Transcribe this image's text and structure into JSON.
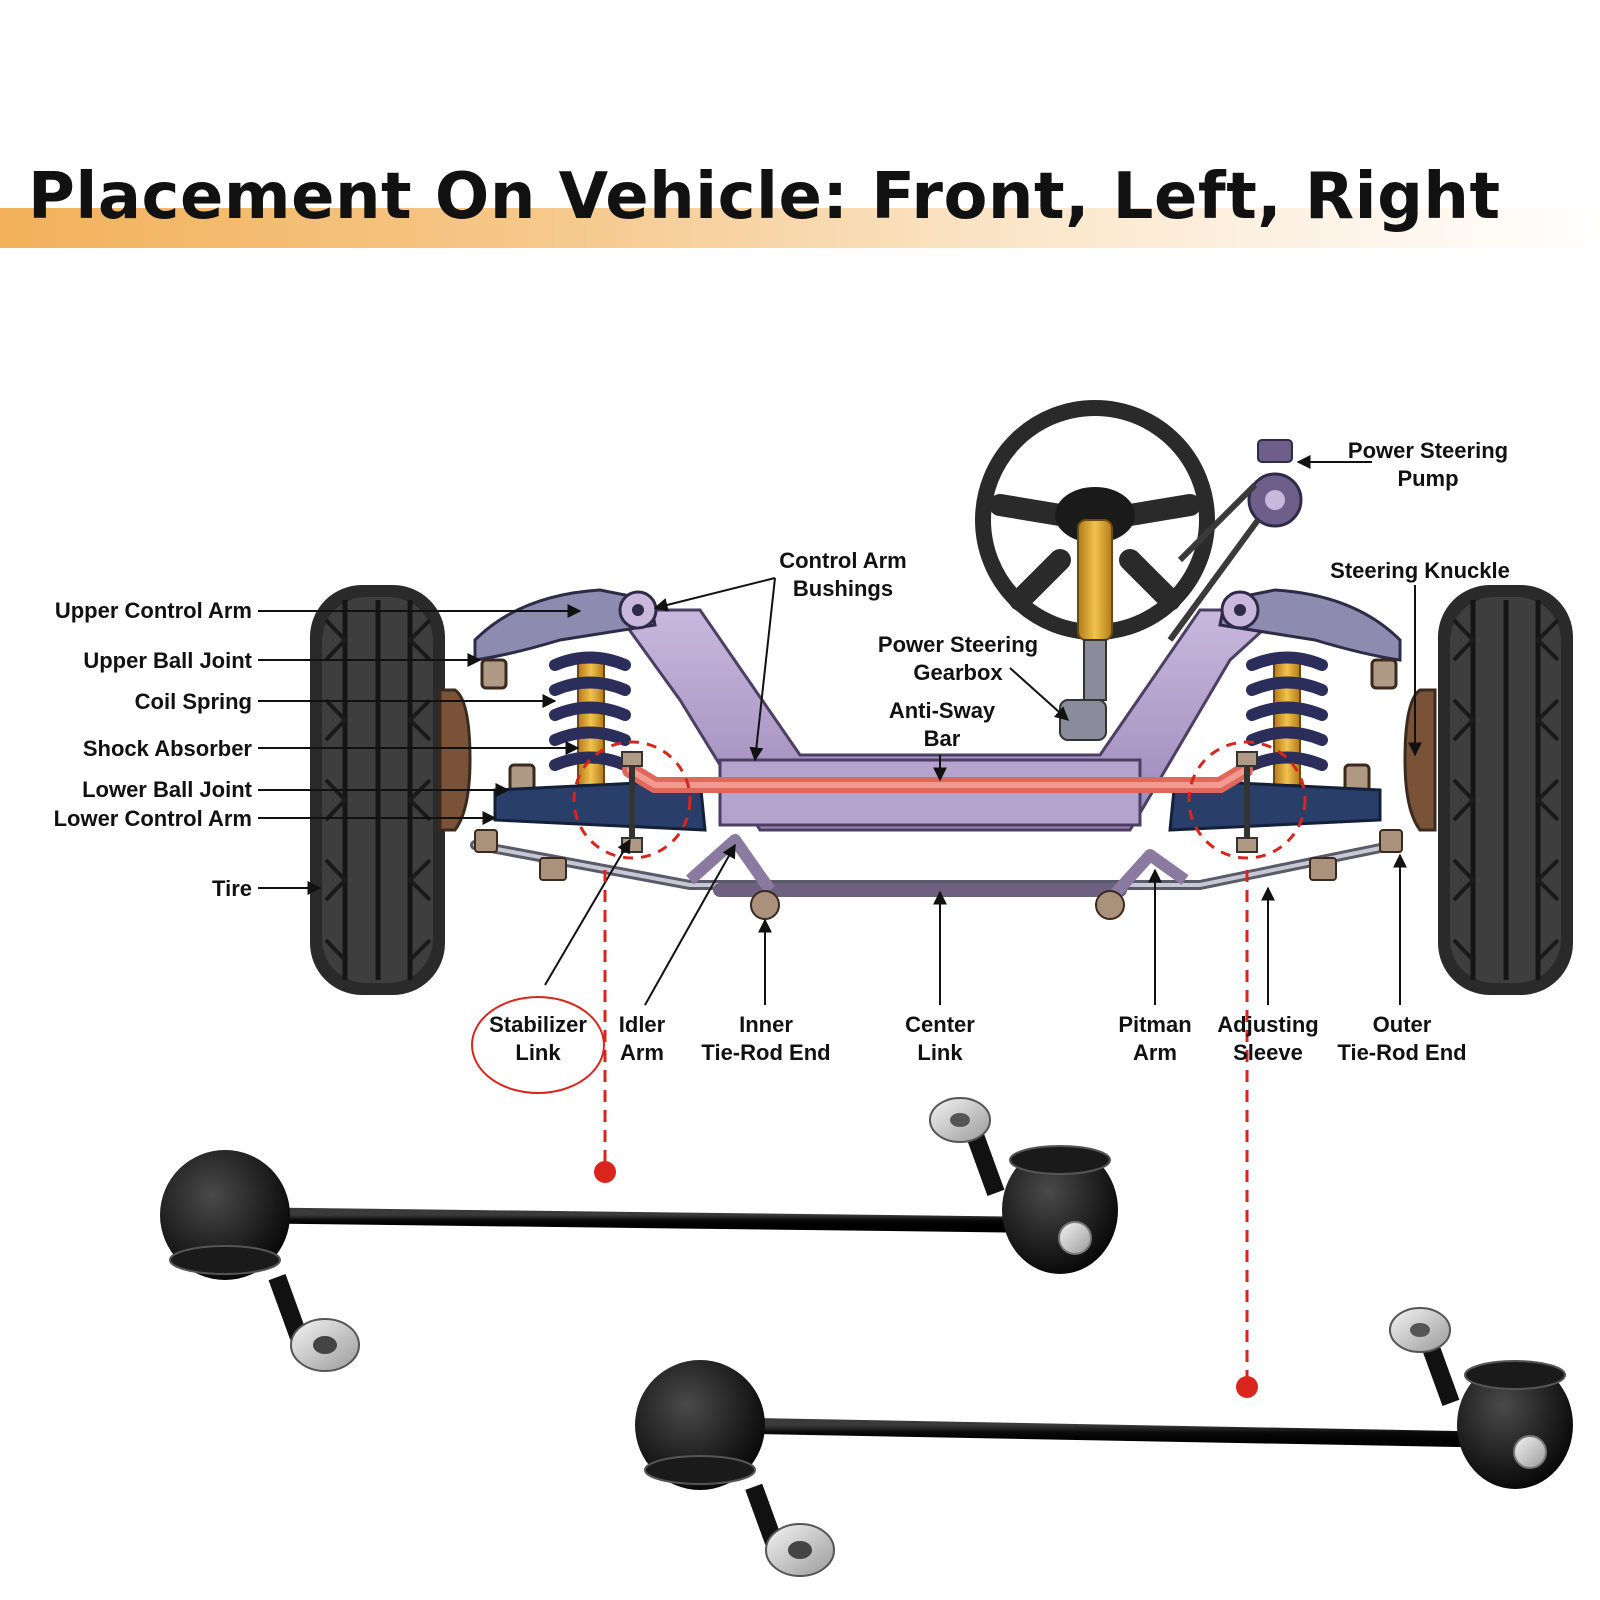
{
  "title": "Placement On Vehicle: Front, Left, Right",
  "accent_color": "#f2b15a",
  "highlight_color": "#d9261c",
  "labels": {
    "upper_control_arm": "Upper Control Arm",
    "upper_ball_joint": "Upper Ball Joint",
    "coil_spring": "Coil Spring",
    "shock_absorber": "Shock Absorber",
    "lower_ball_joint": "Lower Ball Joint",
    "lower_control_arm": "Lower Control Arm",
    "tire": "Tire",
    "control_arm_bushings_1": "Control Arm",
    "control_arm_bushings_2": "Bushings",
    "power_steering_gearbox_1": "Power Steering",
    "power_steering_gearbox_2": "Gearbox",
    "anti_sway_bar_1": "Anti-Sway",
    "anti_sway_bar_2": "Bar",
    "power_steering_pump_1": "Power Steering",
    "power_steering_pump_2": "Pump",
    "steering_knuckle": "Steering Knuckle",
    "stabilizer_link_1": "Stabilizer",
    "stabilizer_link_2": "Link",
    "idler_arm_1": "Idler",
    "idler_arm_2": "Arm",
    "inner_tie_rod_1": "Inner",
    "inner_tie_rod_2": "Tie-Rod End",
    "center_link_1": "Center",
    "center_link_2": "Link",
    "pitman_arm_1": "Pitman",
    "pitman_arm_2": "Arm",
    "adjusting_sleeve_1": "Adjusting",
    "adjusting_sleeve_2": "Sleeve",
    "outer_tie_rod_1": "Outer",
    "outer_tie_rod_2": "Tie-Rod End"
  }
}
